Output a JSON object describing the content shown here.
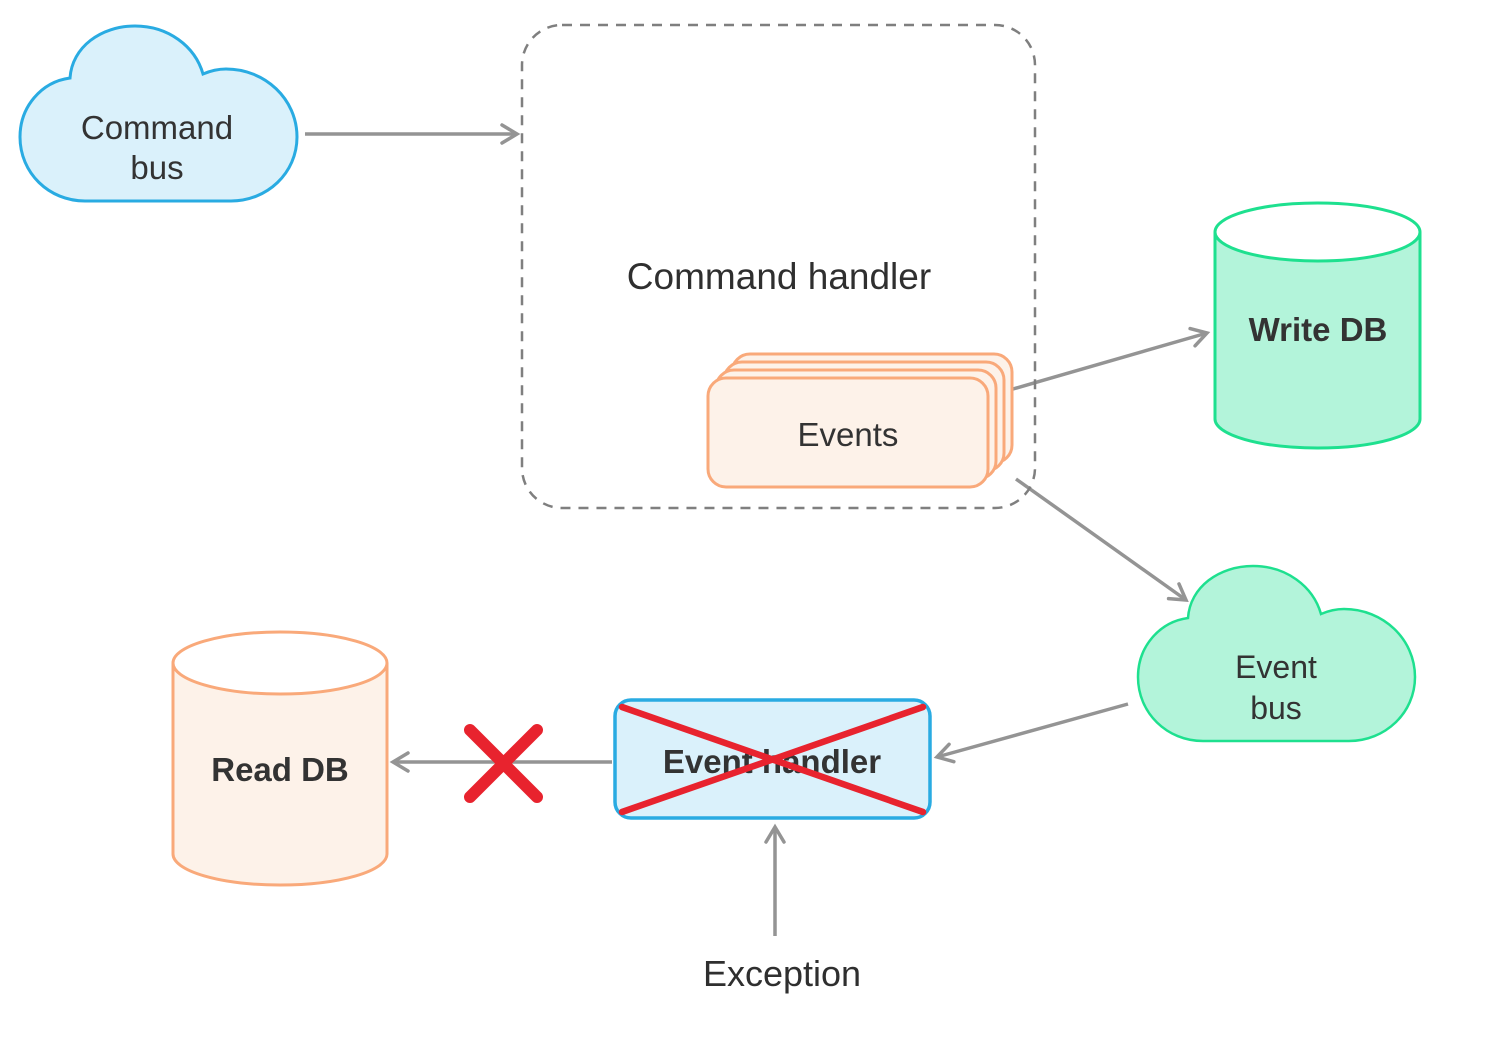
{
  "diagram": {
    "colors": {
      "blue_border": "#29abe2",
      "blue_fill": "#daf1fb",
      "green_border": "#1ee08f",
      "green_fill": "#b3f4da",
      "orange_border": "#f9a97a",
      "orange_fill": "#fdf2e9",
      "arrow_gray": "#949494",
      "dashed_gray": "#7f7f7f",
      "cross_red": "#e8232e",
      "text_dark": "#333333"
    },
    "nodes": {
      "command_bus": {
        "type": "cloud",
        "label": "Command bus",
        "lines": [
          "Command",
          "bus"
        ]
      },
      "command_handler": {
        "type": "dashed-container",
        "label": "Command handler"
      },
      "events": {
        "type": "stacked-cards",
        "label": "Events",
        "stack_count": 4
      },
      "write_db": {
        "type": "database-cylinder",
        "label": "Write DB"
      },
      "event_bus": {
        "type": "cloud",
        "label": "Event bus",
        "lines": [
          "Event",
          "bus"
        ]
      },
      "event_handler": {
        "type": "box",
        "label": "Event handler",
        "crossed_out": true
      },
      "read_db": {
        "type": "database-cylinder",
        "label": "Read DB"
      },
      "exception": {
        "type": "label",
        "label": "Exception"
      }
    },
    "edges": [
      {
        "from": "command_bus",
        "to": "command_handler",
        "status": "normal"
      },
      {
        "from": "events",
        "to": "write_db",
        "status": "normal"
      },
      {
        "from": "command_handler",
        "to": "event_bus",
        "status": "normal"
      },
      {
        "from": "event_bus",
        "to": "event_handler",
        "status": "normal"
      },
      {
        "from": "event_handler",
        "to": "read_db",
        "status": "blocked"
      },
      {
        "from": "exception",
        "to": "event_handler",
        "status": "normal"
      }
    ]
  }
}
